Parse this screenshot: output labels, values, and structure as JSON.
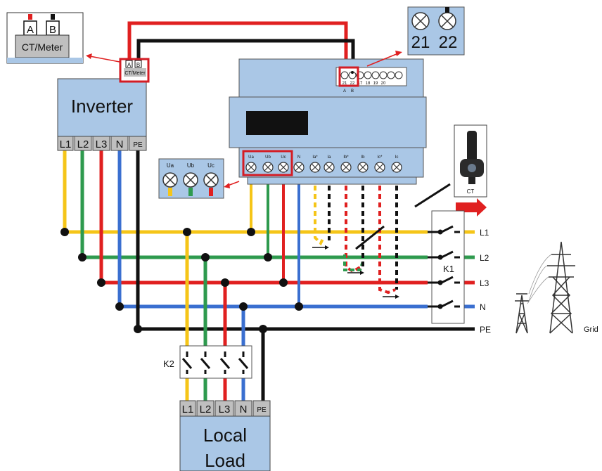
{
  "ct_meter_box": {
    "port_a": "A",
    "port_b": "B",
    "label": "CT/Meter"
  },
  "inverter": {
    "title": "Inverter",
    "ports": [
      "L1",
      "L2",
      "L3",
      "N",
      "PE"
    ],
    "comm_port_a": "A",
    "comm_port_b": "B",
    "comm_label": "CT/Meter"
  },
  "meter": {
    "top_terminals": [
      "21",
      "22",
      "17",
      "18",
      "19",
      "20"
    ],
    "top_ab": [
      "A",
      "B"
    ],
    "bottom_terminals": [
      "Ua",
      "Ub",
      "Uc",
      "N",
      "Ia*",
      "Ia",
      "Ib*",
      "Ib",
      "Ic*",
      "Ic"
    ]
  },
  "zoom_21_22": {
    "labels": [
      "21",
      "22"
    ]
  },
  "zoom_voltage": {
    "labels": [
      "Ua",
      "Ub",
      "Uc"
    ]
  },
  "ct_sensor": {
    "label": "CT"
  },
  "grid_lines": {
    "labels": [
      "L1",
      "L2",
      "L3",
      "N",
      "PE"
    ]
  },
  "grid_label": "Grid",
  "k1_label": "K1",
  "k2_label": "K2",
  "local_load": {
    "title_line1": "Local",
    "title_line2": "Load",
    "ports": [
      "L1",
      "L2",
      "L3",
      "N",
      "PE"
    ]
  },
  "colors": {
    "l1": "#f5c518",
    "l2": "#2e9a4e",
    "l3": "#e02020",
    "n": "#3a6fd0",
    "pe": "#111111",
    "panel": "#aac7e6",
    "port_gray": "#bfbfbf",
    "highlight": "#d41c24"
  }
}
